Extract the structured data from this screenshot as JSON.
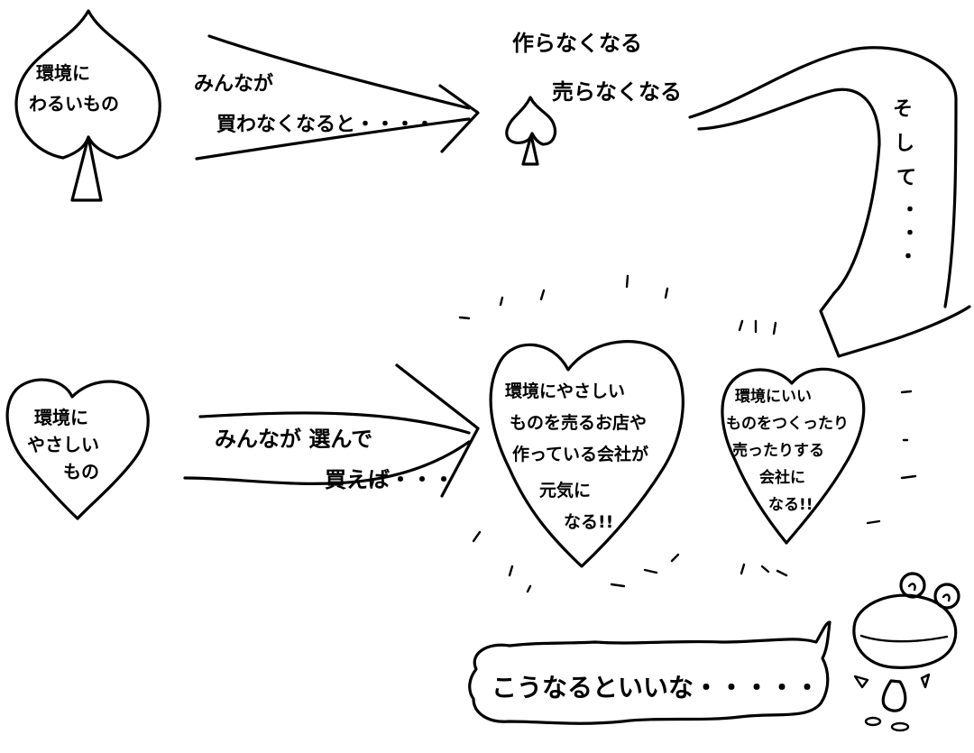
{
  "diagram": {
    "top_row": {
      "bad_leaf_text": [
        "環境に",
        "わるいもの"
      ],
      "arrow_text": [
        "みんなが",
        "買わなくなると・・・・"
      ],
      "result_text": [
        "作らなくなる",
        "売らなくなる"
      ],
      "curved_arrow_text": [
        "そ",
        "し",
        "て",
        "・",
        "・",
        "・"
      ]
    },
    "bottom_row": {
      "good_heart_text": [
        "環境に",
        "やさしい",
        "もの"
      ],
      "arrow_text": [
        "みんなが 選んで",
        "買えば・・・"
      ],
      "big_heart_text": [
        "環境にやさしい",
        "ものを売るお店や",
        "作っている会社が",
        "元気に",
        "なる!!"
      ],
      "right_heart_text": [
        "環境にいい",
        "ものをつくったり",
        "売ったりする",
        "会社に",
        "なる!!"
      ]
    },
    "speech_bubble_text": "こうなるといいな・・・・・",
    "character": "frog-like mascot"
  }
}
